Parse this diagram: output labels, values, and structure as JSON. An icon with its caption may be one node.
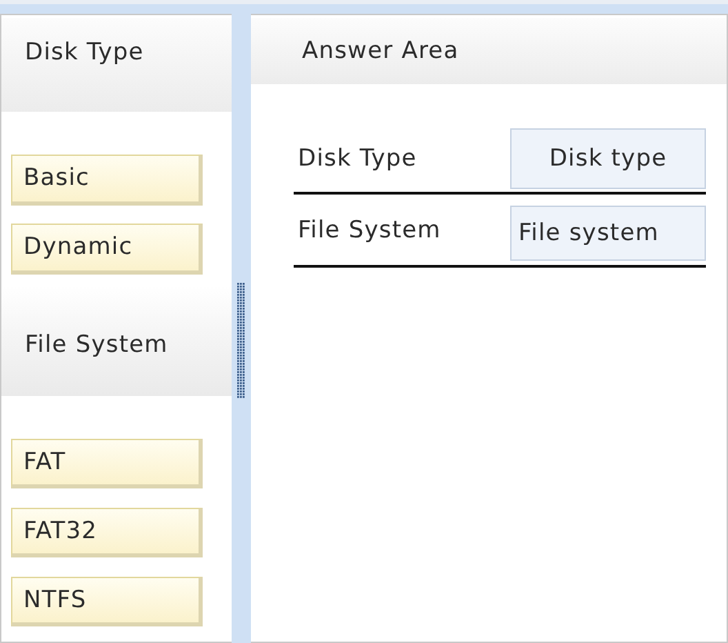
{
  "diagram": {
    "nodes": [
      {
        "text": [
          "Disk Type"
        ]
      },
      {
        "text": [
          "Basic"
        ]
      },
      {
        "text": [
          "Dynamic"
        ]
      },
      {
        "text": [
          "File System"
        ]
      },
      {
        "text": [
          "FAT"
        ]
      },
      {
        "text": [
          "FAT32"
        ]
      },
      {
        "text": [
          "NTFS"
        ]
      },
      {
        "text": [
          "Answer Area"
        ]
      },
      {
        "text": [
          "Disk type"
        ]
      },
      {
        "text": [
          "File system"
        ]
      }
    ],
    "edges": [],
    "labels": [
      "Disk Type",
      "File System"
    ]
  }
}
